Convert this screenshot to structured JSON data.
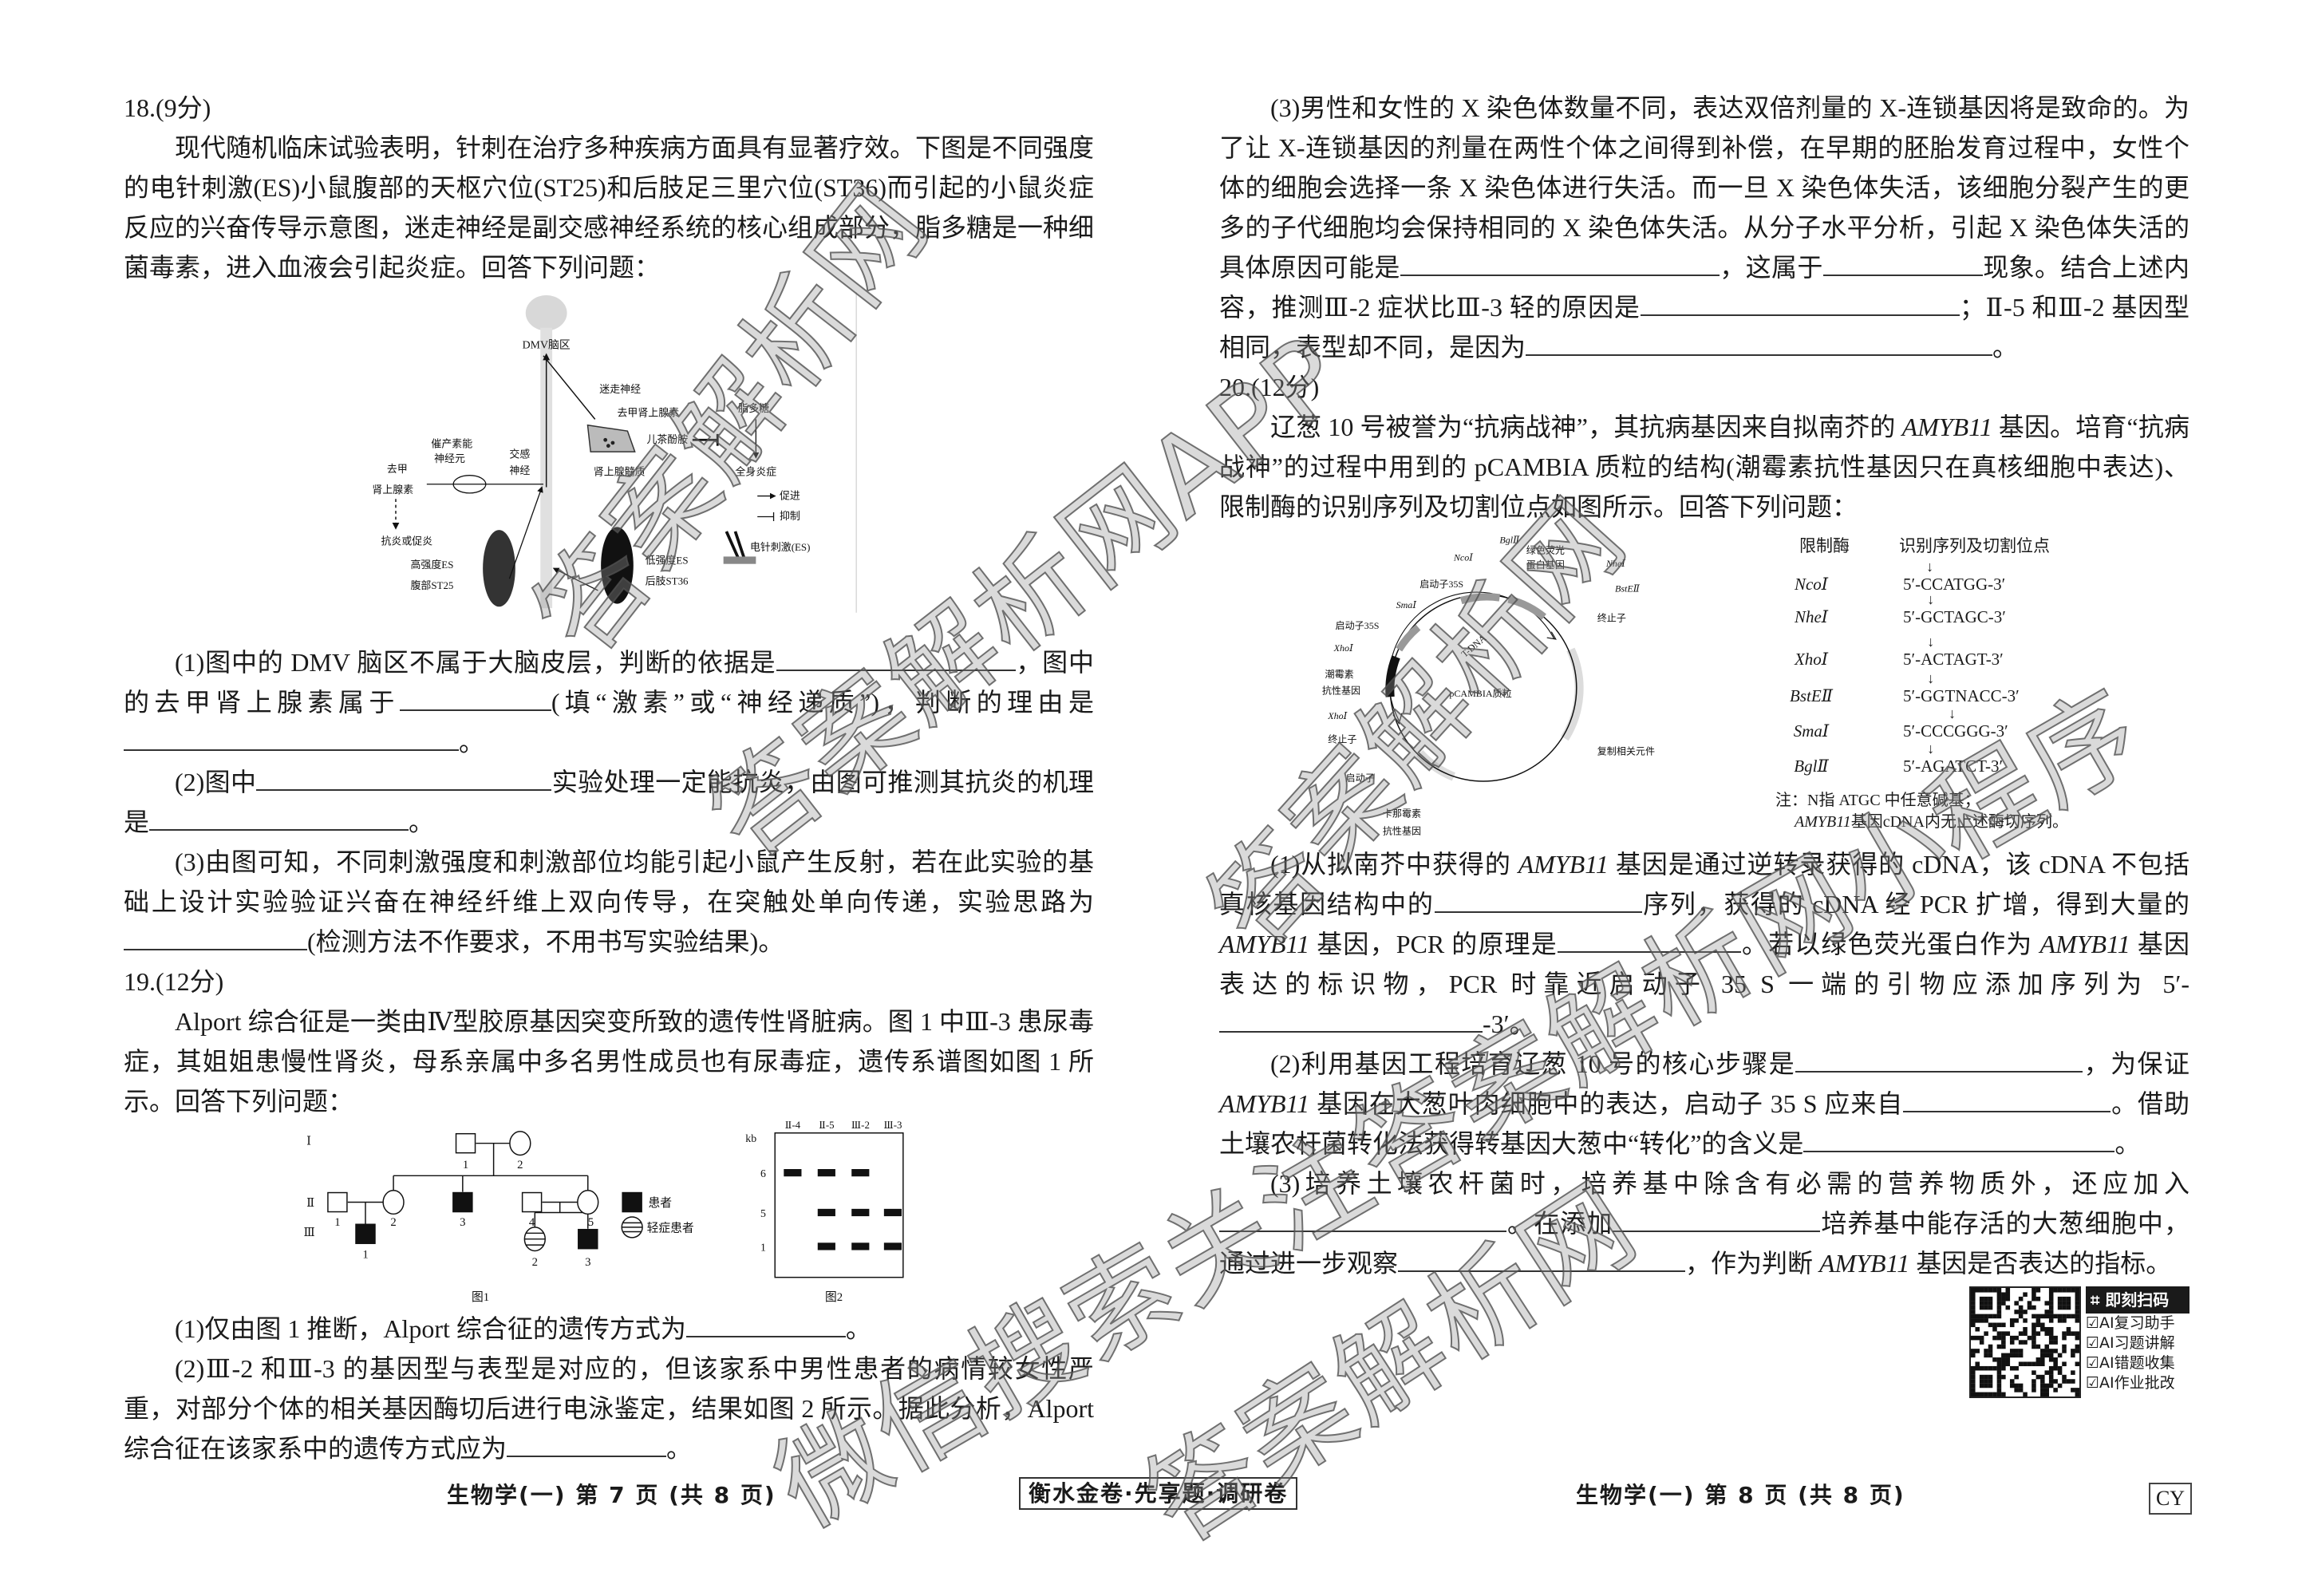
{
  "q18": {
    "title": "18.(9分)",
    "stem": "现代随机临床试验表明，针刺在治疗多种疾病方面具有显著疗效。下图是不同强度的电针刺激(ES)小鼠腹部的天枢穴位(ST25)和后肢足三里穴位(ST36)而引起的小鼠炎症反应的兴奋传导示意图，迷走神经是副交感神经系统的核心组成部分，脂多糖是一种细菌毒素，进入血液会引起炎症。回答下列问题：",
    "figure": {
      "dmv": "DMV脑区",
      "vagus": "迷走神经",
      "ne_top": "去甲肾上腺素",
      "lps": "脂多糖",
      "catecholamine": "儿茶酚胺",
      "adrenal": "肾上腺髓质",
      "systemic": "全身炎症",
      "oxy1": "催产素能",
      "oxy2": "神经元",
      "symp1": "交感",
      "symp2": "神经",
      "ne1": "去甲",
      "ne2": "肾上腺素",
      "promote": "促进",
      "inhibit": "抑制",
      "anti": "抗炎或促炎",
      "high1": "高强度ES",
      "high2": "腹部ST25",
      "low1": "低强度ES",
      "low2": "后肢ST36",
      "es": "电针刺激(ES)"
    },
    "q1": [
      "(1)图中的 DMV 脑区不属于大脑皮层，判断的依据是",
      "，图中的去甲肾上腺素属于",
      "(填“激素”或“神经递质”)，判断的理由是",
      "。"
    ],
    "q2": [
      "(2)图中",
      "实验处理一定能抗炎，由图可推测其抗炎的机理是",
      "。"
    ],
    "q3": [
      "(3)由图可知，不同刺激强度和刺激部位均能引起小鼠产生反射，若在此实验的基础上设计实验验证兴奋在神经纤维上双向传导，在突触处单向传递，实验思路为",
      "(检测方法不作要求，不用书写实验结果)。"
    ]
  },
  "q19": {
    "title": "19.(12分)",
    "stem": "Alport 综合征是一类由Ⅳ型胶原基因突变所致的遗传性肾脏病。图 1 中Ⅲ-3 患尿毒症，其姐姐患慢性肾炎，母系亲属中多名男性成员也有尿毒症，遗传系谱图如图 1 所示。回答下列问题：",
    "pedigree": {
      "gen": [
        "Ⅰ",
        "Ⅱ",
        "Ⅲ"
      ],
      "nums": {
        "i1": "1",
        "i2": "2",
        "ii1": "1",
        "ii2": "2",
        "ii3": "3",
        "ii4": "4",
        "ii5": "5",
        "iii1": "1",
        "iii2": "2",
        "iii3": "3"
      },
      "legend_patient": "患者",
      "legend_mild": "轻症患者",
      "caption": "图1"
    },
    "gel": {
      "unit": "kb",
      "lanes": [
        "Ⅱ-4",
        "Ⅱ-5",
        "Ⅲ-2",
        "Ⅲ-3"
      ],
      "ticks": [
        "6",
        "5",
        "1"
      ],
      "bands": [
        [
          1,
          1,
          1,
          0
        ],
        [
          0,
          1,
          1,
          1
        ],
        [
          0,
          1,
          1,
          1
        ]
      ],
      "caption": "图2"
    },
    "q1": [
      "(1)仅由图 1 推断，Alport 综合征的遗传方式为",
      "。"
    ],
    "q2": [
      "(2)Ⅲ-2 和Ⅲ-3 的基因型与表型是对应的，但该家系中男性患者的病情较女性严重，对部分个体的相关基因酶切后进行电泳鉴定，结果如图 2 所示。据此分析，Alport 综合征在该家系中的遗传方式应为",
      "。"
    ],
    "q3": [
      "(3)男性和女性的 X 染色体数量不同，表达双倍剂量的 X-连锁基因将是致命的。为了让 X-连锁基因的剂量在两性个体之间得到补偿，在早期的胚胎发育过程中，女性个体的细胞会选择一条 X 染色体进行失活。而一旦 X 染色体失活，该细胞分裂产生的更多的子代细胞均会保持相同的 X 染色体失活。从分子水平分析，引起 X 染色体失活的具体原因可能是",
      "，这属于",
      "现象。结合上述内容，推测Ⅲ-2 症状比Ⅲ-3 轻的原因是",
      "；Ⅱ-5 和Ⅲ-2 基因型相同，表型却不同，是因为",
      "。"
    ]
  },
  "q20": {
    "title": "20.(12分)",
    "stem_a": "辽葱 10 号被誉为“抗病战神”，其抗病基因来自拟南芥的 ",
    "gene": "AMYB11",
    "stem_b": " 基因。培育“抗病战神”的过程中用到的 pCAMBIA 质粒的结构(潮霉素抗性基因只在真核细胞中表达)、限制酶的识别序列及切割位点如图所示。回答下列问题：",
    "plasmid": {
      "bgl": "BglⅡ",
      "gfp1": "绿色荧光",
      "gfp2": "蛋白基因",
      "nco": "NcoⅠ",
      "nhe": "NheⅠ",
      "bste": "BstEⅡ",
      "p35s_a": "启动子35S",
      "term_a": "终止子",
      "sma": "SmaⅠ",
      "p35s_b": "启动子35S",
      "xho_a": "XhoⅠ",
      "tdna": "T-DNA",
      "hyg1": "潮霉素",
      "hyg2": "抗性基因",
      "name": "pCAMBIA质粒",
      "xho_b": "XhoⅠ",
      "term_b": "终止子",
      "rep": "复制相关元件",
      "prom": "启动子",
      "kan1": "卡那霉素",
      "kan2": "抗性基因"
    },
    "enzymes": {
      "header_enzyme": "限制酶",
      "header_seq": "识别序列及切割位点",
      "rows": [
        {
          "name": "NcoⅠ",
          "seq": "CCATGG",
          "cut": 1
        },
        {
          "name": "NheⅠ",
          "seq": "GCTAGC",
          "cut": 1
        },
        {
          "name": "XhoⅠ",
          "seq": "ACTAGT",
          "cut": 1
        },
        {
          "name": "BstEⅡ",
          "seq": "GGTNACC",
          "cut": 1
        },
        {
          "name": "SmaⅠ",
          "seq": "CCCGGG",
          "cut": 3
        },
        {
          "name": "BglⅡ",
          "seq": "AGATCT",
          "cut": 1
        }
      ],
      "prefix": "5′-",
      "suffix": "-3′",
      "note1": "注：N指 ATGC 中任意碱基；",
      "note2_gene": "AMYB11",
      "note2": "基因cDNA内无上述酶切序列。"
    },
    "q1": [
      "(1)从拟南芥中获得的 ",
      "AMYB11",
      " 基因是通过逆转录获得的 cDNA，该 cDNA 不包括真核基因结构中的",
      "序列，获得的 cDNA 经 PCR 扩增，得到大量的 ",
      "AMYB11",
      " 基因，PCR 的原理是",
      "。若以绿色荧光蛋白作为 ",
      "AMYB11",
      " 基因表达的标识物，PCR 时靠近启动子 35 S 一端的引物应添加序列为 5′-",
      "-3′。"
    ],
    "q2": [
      "(2)利用基因工程培育辽葱 10 号的核心步骤是",
      "，为保证 ",
      "AMYB11",
      " 基因在大葱叶肉细胞中的表达，启动子 35 S 应来自",
      "。借助土壤农杆菌转化法获得转基因大葱中“转化”的含义是",
      "。"
    ],
    "q3": [
      "(3)培养土壤农杆菌时，培养基中除含有必需的营养物质外，还应加入",
      "。在添加",
      "培养基中能存活的大葱细胞中，通过进一步观察",
      "，作为判断 ",
      "AMYB11",
      " 基因是否表达的指标。"
    ]
  },
  "qr": {
    "header": "即刻扫码",
    "items": [
      "AI复习助手",
      "AI习题讲解",
      "AI错题收集",
      "AI作业批改"
    ]
  },
  "footer": {
    "left_page": "生物学(一) 第 7 页 (共 8 页)",
    "center_box": "衡水金卷·先享题·调研卷",
    "right_page": "生物学(一) 第 8 页 (共 8 页)",
    "code": "CY"
  },
  "watermarks": [
    "答案解析网",
    "答案解析网APP",
    "答案解析网",
    "微信搜索关注答案解析网小程序",
    "答案解析网"
  ]
}
